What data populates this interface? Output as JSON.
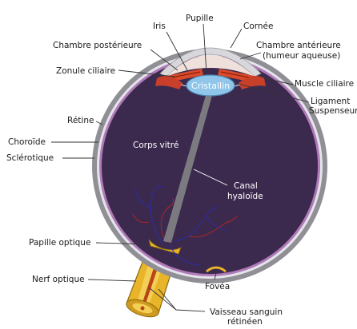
{
  "diagram": {
    "labels": {
      "pupille": "Pupille",
      "iris": "Iris",
      "cornee": "Cornée",
      "chambre_posterieure": "Chambre postérieure",
      "chambre_anterieure_1": "Chambre antérieure",
      "chambre_anterieure_2": "(humeur aqueuse)",
      "zonule_ciliaire": "Zonule ciliaire",
      "cristallin": "Cristallin",
      "muscle_ciliaire": "Muscle ciliaire",
      "ligament_1": "Ligament",
      "ligament_2": "Suspenseur",
      "retine": "Rétine",
      "choroide": "Choroïde",
      "sclerotique": "Sclérotique",
      "corps_vitre": "Corps vitré",
      "canal_1": "Canal",
      "canal_2": "hyaloïde",
      "papille_optique": "Papille optique",
      "nerf_optique": "Nerf optique",
      "fovea": "Fovéa",
      "vaisseau_1": "Vaisseau sanguin",
      "vaisseau_2": "rétinéen"
    },
    "colors": {
      "sclera": "#8f8f95",
      "choroid": "#e4e4ea",
      "retina": "#b07ab8",
      "vitreous": "#3c2a4e",
      "lens": "#8fc6ea",
      "iris": "#d94a2a",
      "cornea": "#d8d8dc",
      "nerve": "#e8b42a",
      "vessel": "#2a2aa8"
    }
  }
}
